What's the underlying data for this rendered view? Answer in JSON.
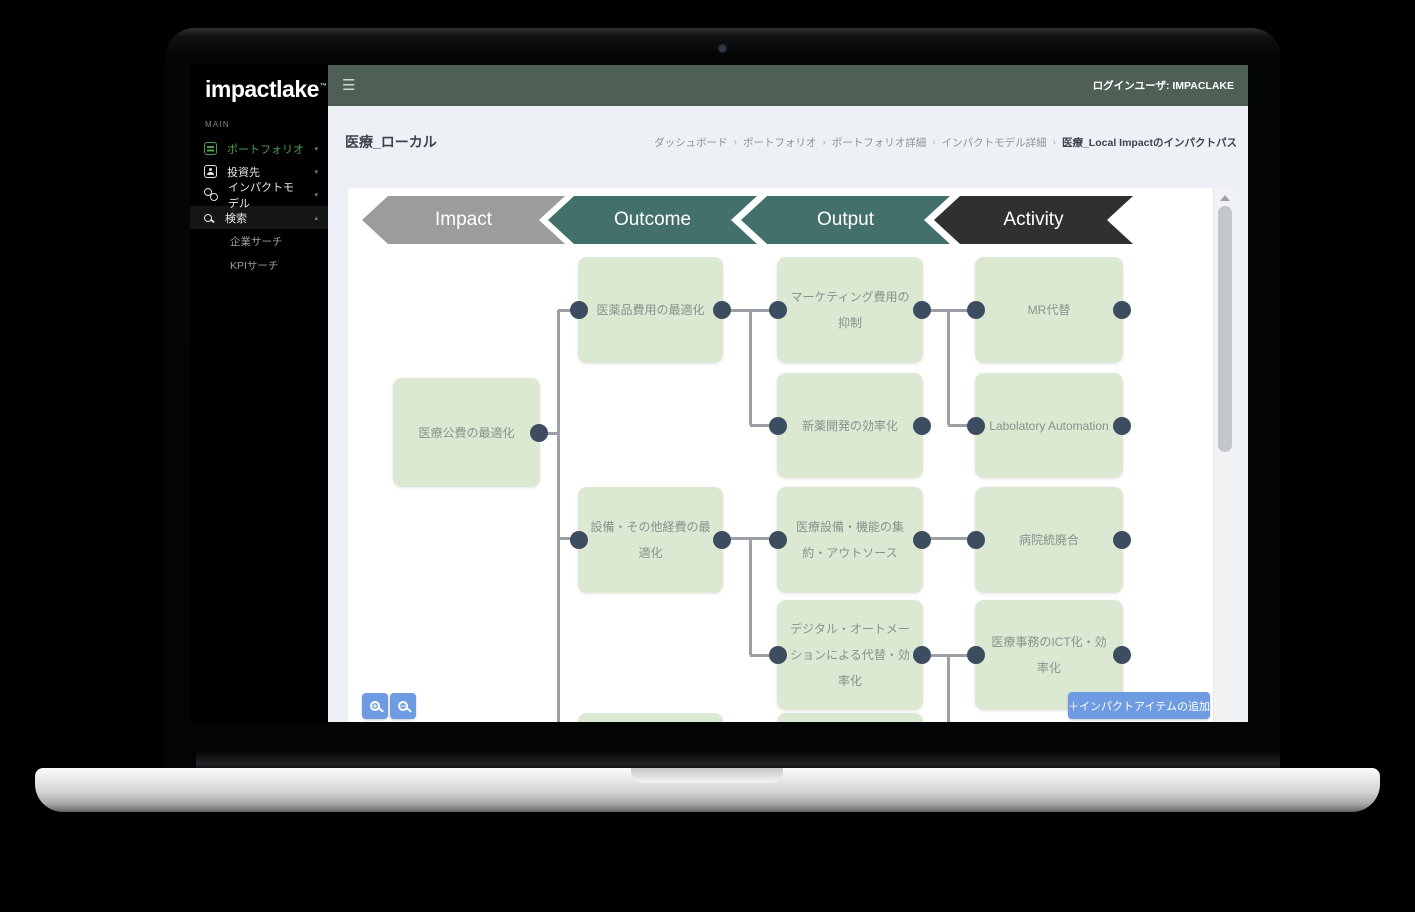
{
  "app": {
    "sidebar": {
      "logo": "impactlake",
      "logo_mark": "™",
      "section_label": "MAIN",
      "items": [
        {
          "label": "ポートフォリオ",
          "icon": "portfolio-icon",
          "chevron": "▾",
          "active": true
        },
        {
          "label": "投資先",
          "icon": "investee-icon",
          "chevron": "▾",
          "active": false
        },
        {
          "label": "インパクトモデル",
          "icon": "impact-model-icon",
          "chevron": "▾",
          "active": false
        },
        {
          "label": "検索",
          "icon": "search-icon",
          "chevron": "▴",
          "active": false
        }
      ],
      "subitems": [
        {
          "label": "企業サーチ"
        },
        {
          "label": "KPIサーチ"
        }
      ]
    },
    "topbar": {
      "login_label": "ログインユーザ: IMPACLAKE"
    },
    "page": {
      "title": "医療_ローカル",
      "breadcrumb": [
        "ダッシュボード",
        "ポートフォリオ",
        "ポートフォリオ詳細",
        "インパクトモデル詳細",
        "医療_Local Impactのインパクトパス"
      ],
      "breadcrumb_sep": "›"
    },
    "diagram": {
      "headers": [
        {
          "label": "Impact",
          "color": "#9a9c9e"
        },
        {
          "label": "Outcome",
          "color": "#44706b"
        },
        {
          "label": "Output",
          "color": "#44706b"
        },
        {
          "label": "Activity",
          "color": "#2e3032"
        }
      ],
      "nodes": [
        {
          "column": "Impact",
          "label": "医療公費の最適化"
        },
        {
          "column": "Outcome",
          "label": "医薬品費用の最適化"
        },
        {
          "column": "Outcome",
          "label": "設備・その他経費の最適化"
        },
        {
          "column": "Output",
          "label": "マーケティング費用の抑制"
        },
        {
          "column": "Output",
          "label": "新薬開発の効率化"
        },
        {
          "column": "Output",
          "label": "医療設備・機能の集約・アウトソース"
        },
        {
          "column": "Output",
          "label": "デジタル・オートメーションによる代替・効率化"
        },
        {
          "column": "Activity",
          "label": "MR代替"
        },
        {
          "column": "Activity",
          "label": "Labolatory Automation"
        },
        {
          "column": "Activity",
          "label": "病院統廃合"
        },
        {
          "column": "Activity",
          "label": "医療事務のICT化・効率化"
        }
      ],
      "edges": [
        [
          "医療公費の最適化",
          "医薬品費用の最適化"
        ],
        [
          "医療公費の最適化",
          "設備・その他経費の最適化"
        ],
        [
          "医薬品費用の最適化",
          "マーケティング費用の抑制"
        ],
        [
          "医薬品費用の最適化",
          "新薬開発の効率化"
        ],
        [
          "マーケティング費用の抑制",
          "MR代替"
        ],
        [
          "マーケティング費用の抑制",
          "Labolatory Automation"
        ],
        [
          "設備・その他経費の最適化",
          "医療設備・機能の集約・アウトソース"
        ],
        [
          "設備・その他経費の最適化",
          "デジタル・オートメーションによる代替・効率化"
        ],
        [
          "医療設備・機能の集約・アウトソース",
          "病院統廃合"
        ],
        [
          "デジタル・オートメーションによる代替・効率化",
          "医療事務のICT化・効率化"
        ]
      ],
      "zoom_in_sign": "+",
      "zoom_out_sign": "−",
      "add_button_label": "＋インパクトアイテムの追加"
    },
    "colors": {
      "topbar_green": "#4e6055",
      "sidebar_active_green": "#4a9e50",
      "node_box_green": "#dbe8d2",
      "node_dot": "#3d4d60",
      "connector": "#9aa0a6",
      "button_blue": "#6e9be2",
      "content_bg": "#edf0f4"
    }
  }
}
